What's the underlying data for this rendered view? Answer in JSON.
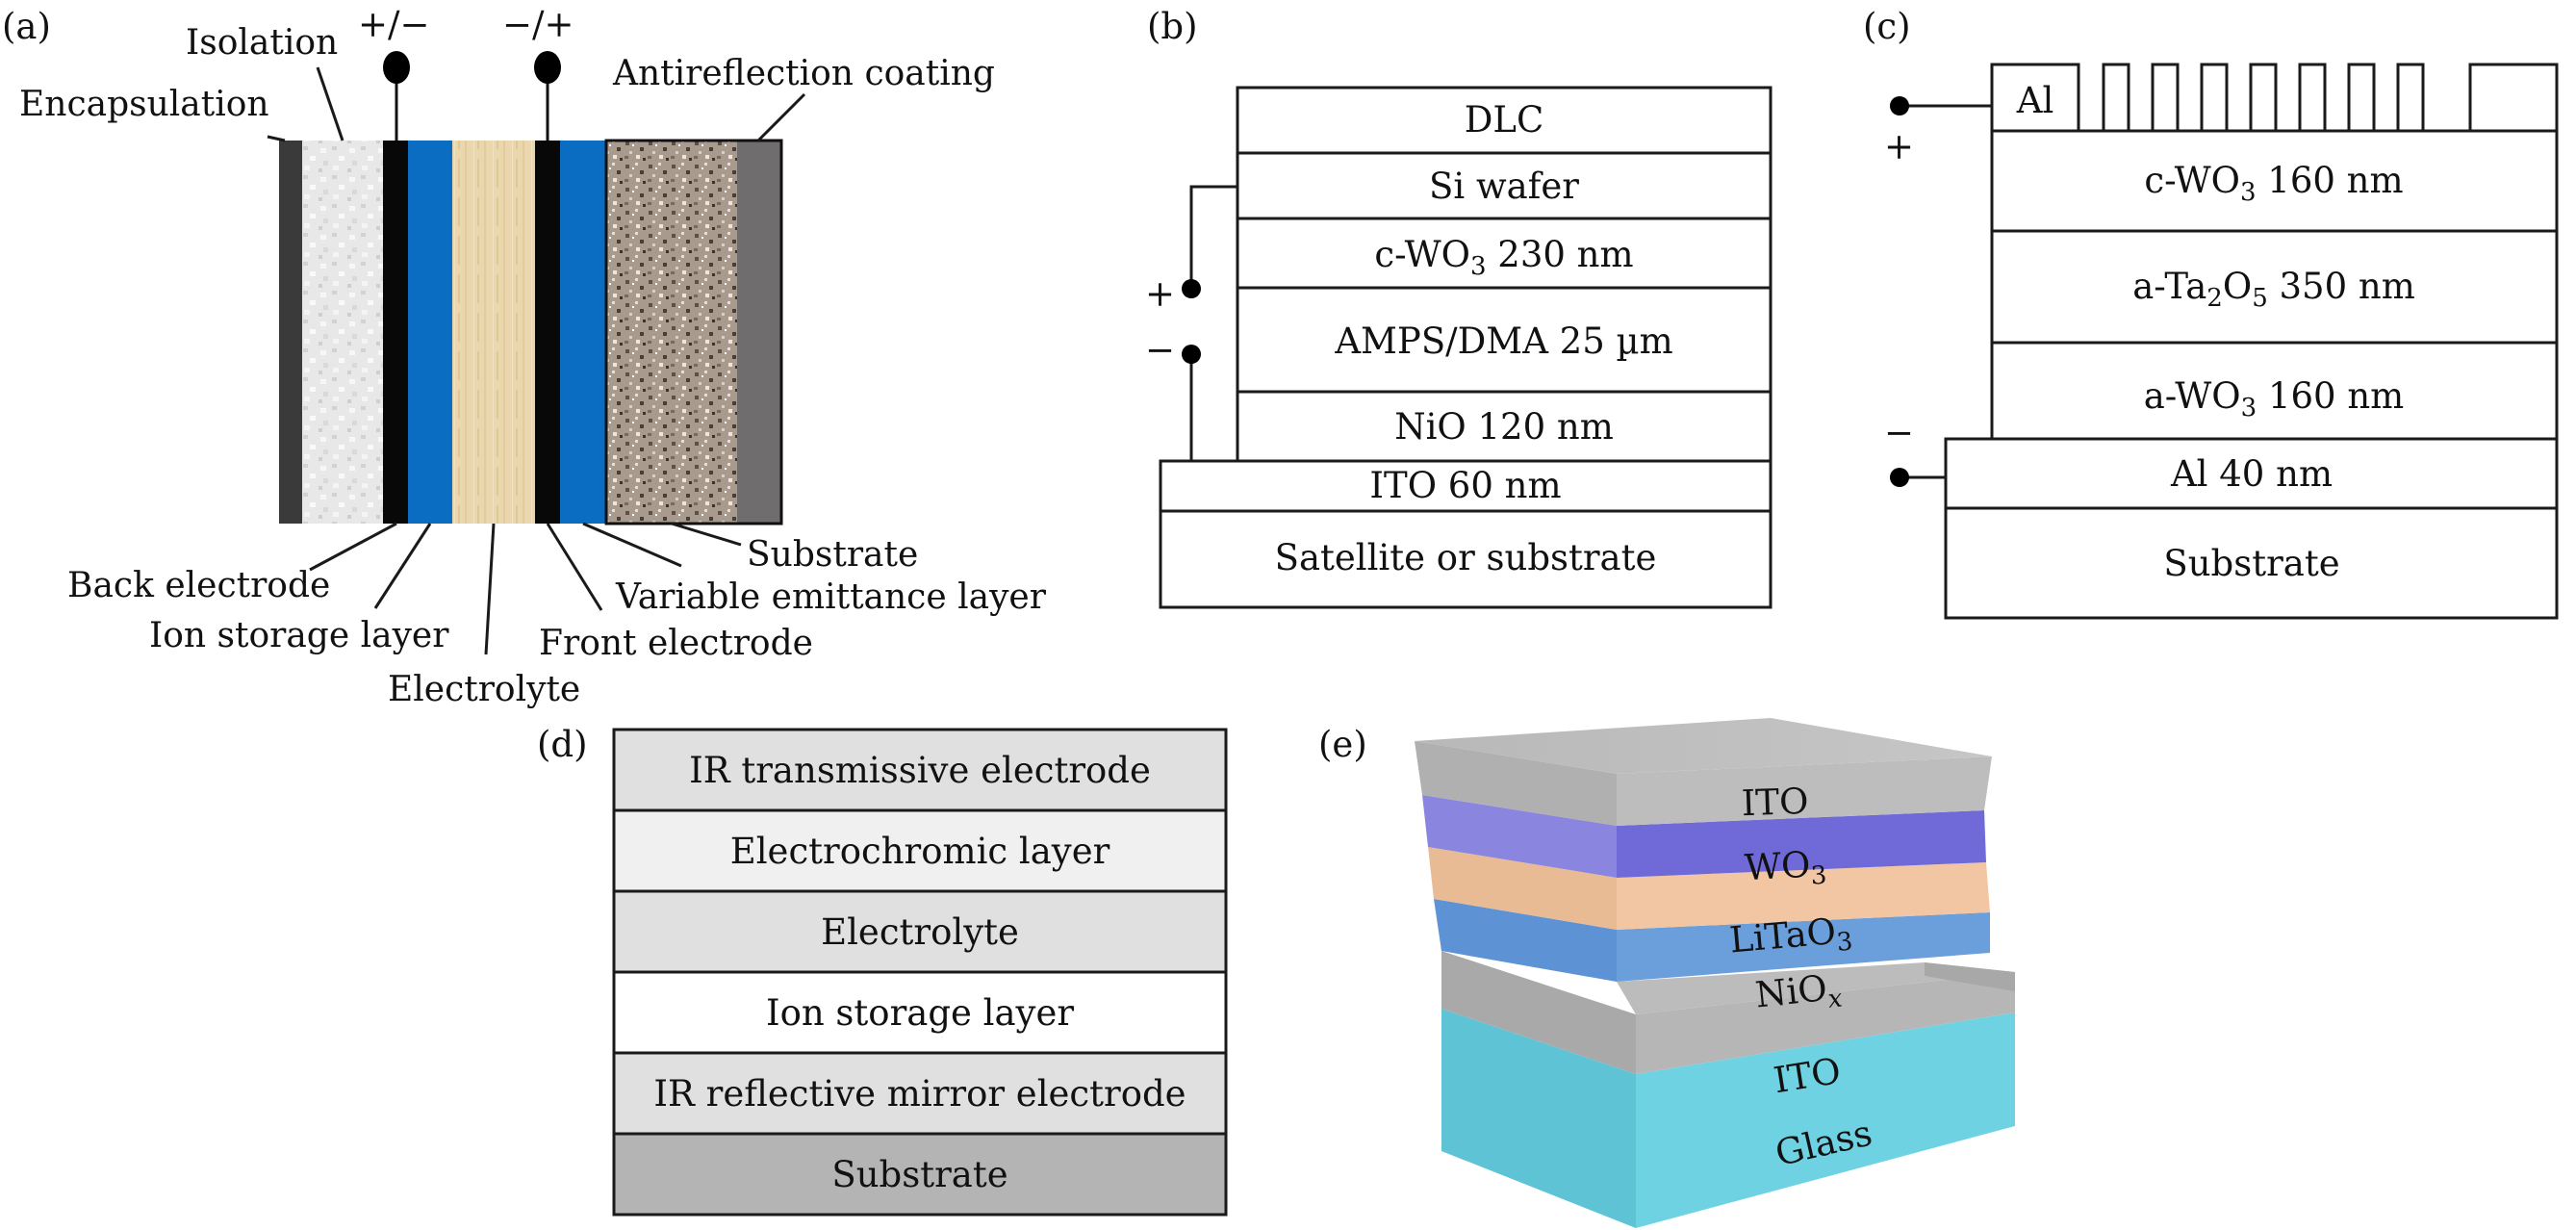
{
  "panels": {
    "a": {
      "tag": "(a)",
      "labels": {
        "encapsulation": "Encapsulation",
        "isolation": "Isolation",
        "plus_minus": "+/−",
        "minus_plus": "−/+",
        "antireflection": "Antireflection coating",
        "back_electrode": "Back electrode",
        "ion_storage": "Ion storage layer",
        "electrolyte": "Electrolyte",
        "front_electrode": "Front electrode",
        "variable_emittance": "Variable emittance layer",
        "substrate": "Substrate"
      },
      "colors": {
        "encapsulation": "#3a3a3a",
        "isolation": "#e4e4e4",
        "electrode": "#080808",
        "ion_storage": "#0a6dc2",
        "electrolyte": "#ead7ae",
        "variable_emittance": "#0a6dc2",
        "antireflection": "#a89a8c",
        "substrate": "#6f6d6d"
      }
    },
    "b": {
      "tag": "(b)",
      "layers": {
        "dlc": "DLC",
        "si": "Si wafer",
        "cwo3_pre": "c-WO",
        "cwo3_sub": "3",
        "cwo3_post": " 230 nm",
        "amps": "AMPS/DMA 25 µm",
        "nio": "NiO 120 nm",
        "ito": "ITO 60 nm",
        "substrate": "Satellite or substrate"
      },
      "plus": "+",
      "minus": "−"
    },
    "c": {
      "tag": "(c)",
      "al_top": "Al",
      "layers": {
        "cwo3_pre": "c-WO",
        "cwo3_sub": "3",
        "cwo3_post": " 160 nm",
        "ta_pre": "a-Ta",
        "ta_sub1": "2",
        "ta_mid": "O",
        "ta_sub2": "5",
        "ta_post": " 350 nm",
        "awo3_pre": "a-WO",
        "awo3_sub": "3",
        "awo3_post": " 160 nm",
        "al40": "Al 40 nm",
        "substrate": "Substrate"
      },
      "plus": "+",
      "minus": "−"
    },
    "d": {
      "tag": "(d)",
      "layers": [
        {
          "label": "IR transmissive electrode",
          "color": "#e0e0e0"
        },
        {
          "label": "Electrochromic layer",
          "color": "#f0f0f0"
        },
        {
          "label": "Electrolyte",
          "color": "#e0e0e0"
        },
        {
          "label": "Ion storage layer",
          "color": "#ffffff"
        },
        {
          "label": "IR reflective mirror electrode",
          "color": "#e0e0e0"
        },
        {
          "label": "Substrate",
          "color": "#b4b4b4"
        }
      ]
    },
    "e": {
      "tag": "(e)",
      "layers": {
        "ito_top": "ITO",
        "wo3_pre": "WO",
        "wo3_sub": "3",
        "litao3_pre": "LiTaO",
        "litao3_sub": "3",
        "niox_pre": "NiO",
        "niox_sub": "x",
        "ito_bottom": "ITO",
        "glass": "Glass"
      },
      "colors": {
        "ito": "#bdbdbd",
        "wo3": "#6f6ad8",
        "litao3": "#f2c6a2",
        "niox": "#6a9fdc",
        "glass": "#6fd0e0"
      }
    }
  }
}
